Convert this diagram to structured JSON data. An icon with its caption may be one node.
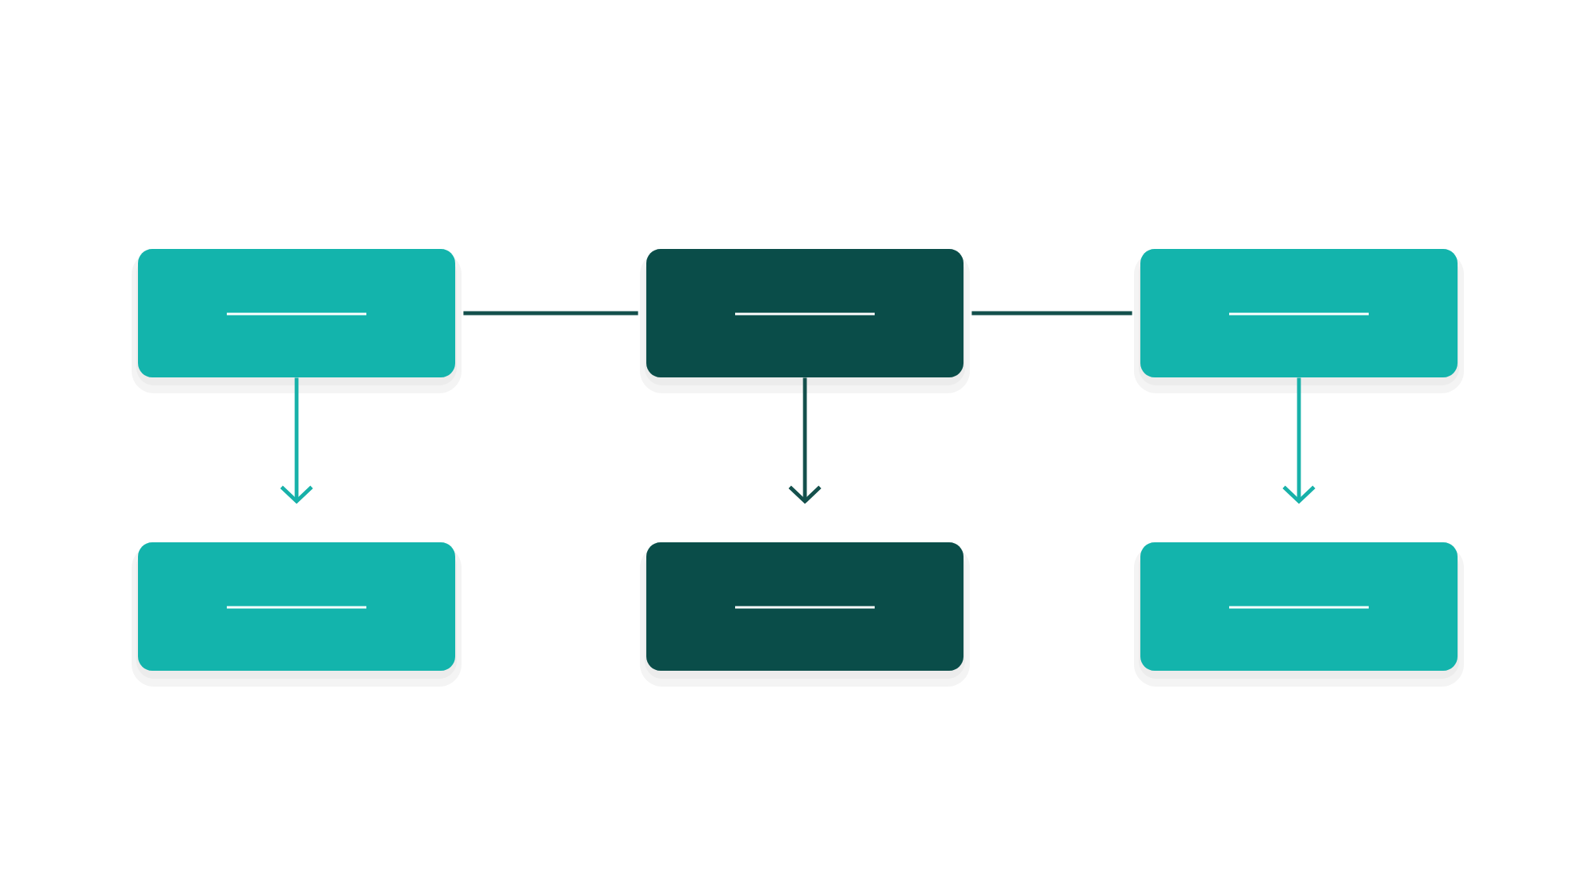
{
  "diagram": {
    "nodes": [
      {
        "text": [],
        "shape": "box"
      },
      {
        "text": [],
        "shape": "box"
      },
      {
        "text": [],
        "shape": "box"
      },
      {
        "text": [],
        "shape": "box"
      },
      {
        "text": [],
        "shape": "box"
      },
      {
        "text": [],
        "shape": "box"
      }
    ],
    "edges": [
      {
        "from": 0,
        "to": 1,
        "arrow": "none"
      },
      {
        "from": 1,
        "to": 2,
        "arrow": "none"
      },
      {
        "from": 0,
        "to": 3,
        "arrow": "to",
        "color": "#17b1a9"
      },
      {
        "from": 1,
        "to": 4,
        "arrow": "to"
      },
      {
        "from": 2,
        "to": 5,
        "arrow": "to",
        "color": "#17b1a9"
      }
    ]
  }
}
